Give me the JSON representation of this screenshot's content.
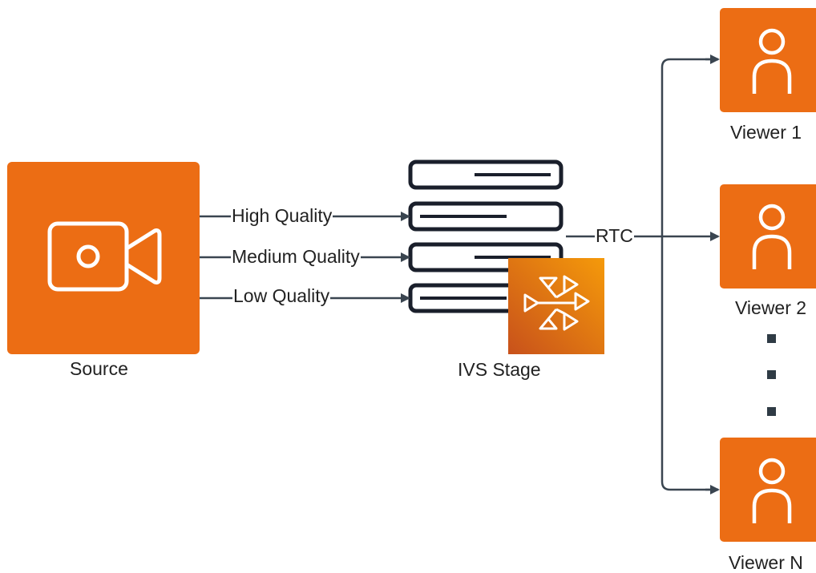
{
  "source": {
    "label": "Source",
    "icon": "video-camera-icon",
    "color": "#ec6d14"
  },
  "stage": {
    "label": "IVS Stage",
    "icon": "ivs-icon",
    "server_icon": "server-stack-icon"
  },
  "edges": {
    "high": "High Quality",
    "medium": "Medium Quality",
    "low": "Low Quality",
    "rtc": "RTC"
  },
  "viewers": [
    {
      "label": "Viewer 1",
      "icon": "user-icon"
    },
    {
      "label": "Viewer 2",
      "icon": "user-icon"
    },
    {
      "label": "Viewer N",
      "icon": "user-icon"
    }
  ],
  "colors": {
    "orange": "#ec6d14",
    "ivs_light": "#f58a07",
    "ivs_dark": "#c8511b",
    "stroke": "#2f3b45",
    "arrow": "#3a4550"
  }
}
